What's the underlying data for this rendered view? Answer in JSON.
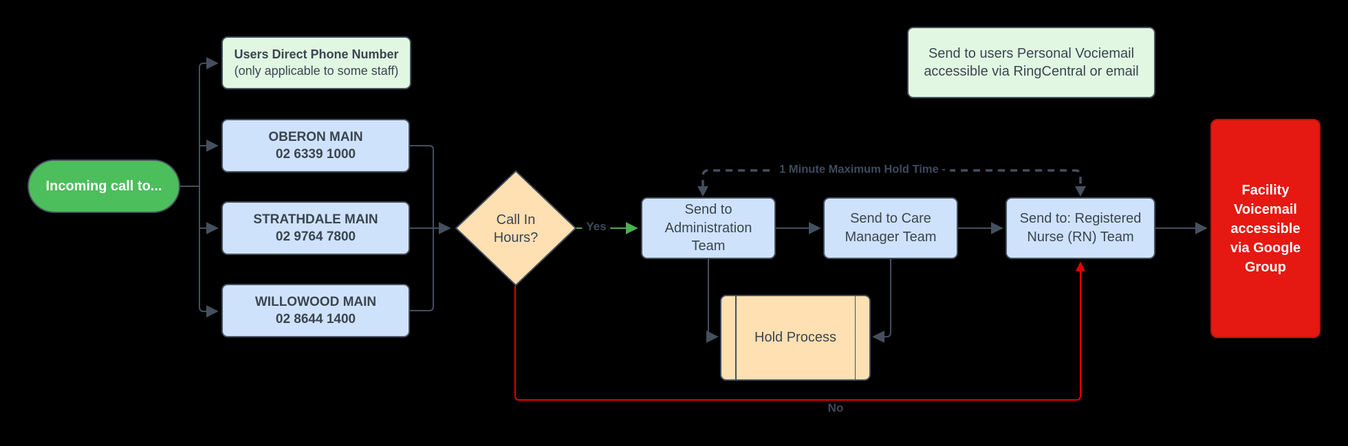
{
  "diagram": {
    "title": "Incoming call routing flowchart",
    "colors": {
      "background": "#000000",
      "node_border": "#45505E",
      "blue_fill": "#CFE2FB",
      "green_pill_fill": "#4DBE5C",
      "note_green_fill": "#E2F7E2",
      "orange_fill": "#FFE0B2",
      "red_fill": "#E61812",
      "edge": "#45505E",
      "yes_edge": "#4CAF50",
      "no_edge": "#E60000",
      "dark_text": "#3A4550",
      "light_text": "#FFFFFF"
    },
    "nodes": {
      "incoming": {
        "label": "Incoming call to..."
      },
      "direct": {
        "title": "Users Direct Phone Number",
        "subtitle": "(only applicable to some staff)"
      },
      "oberon": {
        "name": "OBERON MAIN",
        "phone": "02 6339 1000"
      },
      "strathdale": {
        "name": "STRATHDALE MAIN",
        "phone": "02 9764 7800"
      },
      "willowood": {
        "name": "WILLOWOOD MAIN",
        "phone": "02 8644 1400"
      },
      "decision": {
        "label": "Call In Hours?"
      },
      "admin": {
        "label": "Send to Administration Team"
      },
      "care": {
        "label": "Send to Care Manager Team"
      },
      "rn": {
        "label": "Send to: Registered Nurse (RN) Team"
      },
      "hold": {
        "label": "Hold Process"
      },
      "personal_vm": {
        "label": "Send to users Personal Vociemail accessible via RingCentral or email"
      },
      "facility_vm": {
        "label": "Facility Voicemail accessible via Google Group"
      }
    },
    "edge_labels": {
      "yes": "Yes",
      "no": "No",
      "hold_time": "1 Minute Maximum Hold Time -"
    }
  }
}
